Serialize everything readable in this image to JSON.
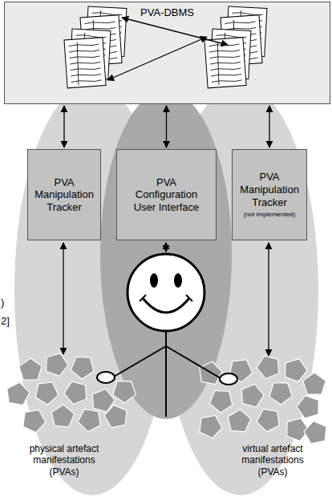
{
  "diagram": {
    "nodes": [
      {
        "text": [
          "PVA-DBMS"
        ]
      },
      {
        "text": [
          "PVA Manipulation Tracker"
        ]
      },
      {
        "text": [
          "PVA Configuration User Interface"
        ]
      },
      {
        "text": [
          "PVA Manipulation Tracker",
          "(not implemented)"
        ]
      }
    ],
    "edges": [
      {
        "from": 0,
        "to": 1,
        "arrow": "both"
      },
      {
        "from": 0,
        "to": 2,
        "arrow": "both"
      },
      {
        "from": 0,
        "to": 3,
        "arrow": "both"
      }
    ],
    "labels": [
      "physical artefact manifestations (PVAs)",
      "virtual artefact manifestations (PVAs)",
      ")",
      "2]"
    ]
  }
}
